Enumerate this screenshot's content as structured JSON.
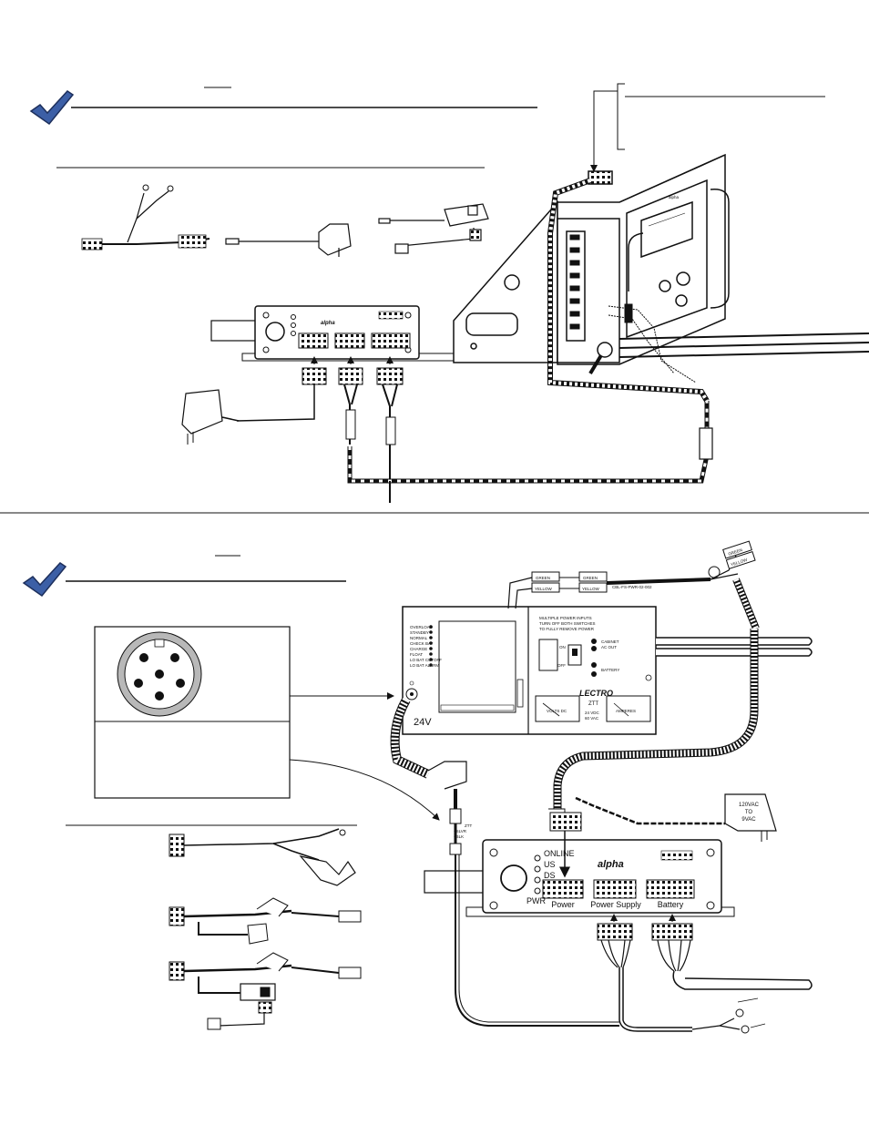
{
  "section1": {
    "labels": {}
  },
  "section2": {
    "panel": {
      "indicators": [
        "OVERLOAD",
        "STANDBY",
        "NORMAL",
        "CHECK BAT",
        "CHARGE",
        "FLOAT",
        "LO BAT CUTOFF",
        "LO BAT ALARM"
      ],
      "voltage_label": "24V",
      "notice": [
        "MULTIPLE POWER INPUTS",
        "TURN OFF BOTH SWITCHES",
        "TO FULLY REMOVE POWER"
      ],
      "cabinet_acout": [
        "CABINET",
        "AC OUT"
      ],
      "battery": "BATTERY",
      "switch_on": "ON",
      "switch_off": "OFF",
      "brand": "LECTRO",
      "model": "ZTT",
      "rating": [
        "24 VDC",
        "60 VAC"
      ],
      "meter1": "VOLTS DC",
      "meter2": "AMPERES"
    },
    "cable_tags": {
      "green": "GREEN",
      "yellow": "YELLOW",
      "part_number": "CBL-FS-PWR-02-002"
    },
    "adapter_label": [
      "120VAC",
      "TO",
      "9VAC"
    ],
    "ztt_label": [
      "ZTT",
      "+SLVR",
      "+BLK"
    ],
    "controller": {
      "leds": [
        "ONLINE",
        "US",
        "DS",
        "PWR"
      ],
      "ports": [
        "Power",
        "Power Supply",
        "Battery"
      ]
    }
  },
  "colors": {
    "check": "#3c5fa6",
    "line": "#111111"
  }
}
